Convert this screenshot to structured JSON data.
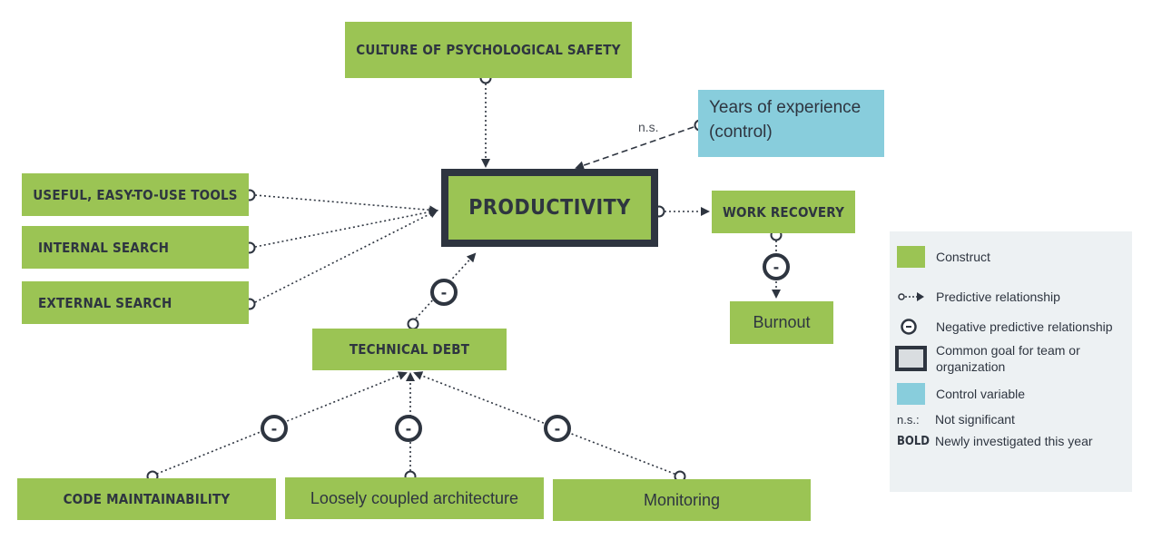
{
  "nodes": {
    "culture": "CULTURE OF PSYCHOLOGICAL SAFETY",
    "productivity": "PRODUCTIVITY",
    "years": "Years of experience (control)",
    "tools": "USEFUL, EASY-TO-USE TOOLS",
    "internal_search": "INTERNAL SEARCH",
    "external_search": "EXTERNAL SEARCH",
    "work_recovery": "WORK RECOVERY",
    "burnout": "Burnout",
    "technical_debt": "TECHNICAL DEBT",
    "code_maintainability": "CODE MAINTAINABILITY",
    "loosely_coupled": "Loosely coupled architecture",
    "monitoring": "Monitoring"
  },
  "ns_label": "n.s.",
  "negative_symbol": "-",
  "colors": {
    "construct": "#9bc454",
    "control": "#88cddc",
    "dark": "#2e3540",
    "legend_bg": "#edf1f3"
  },
  "legend": {
    "construct": "Construct",
    "predictive": "Predictive relationship",
    "negative": "Negative predictive relationship",
    "goal": "Common goal for team or organization",
    "control": "Control variable",
    "ns_key": "n.s.:",
    "ns_text": "Not significant",
    "bold_key": "BOLD",
    "bold_text": "Newly investigated this year"
  }
}
